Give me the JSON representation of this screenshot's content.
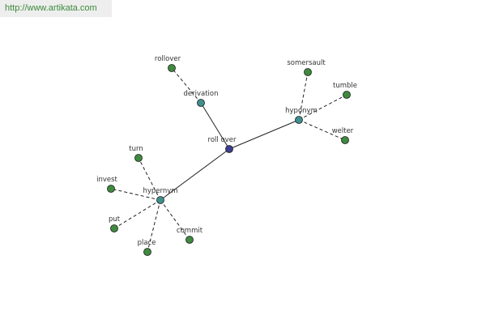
{
  "banner": {
    "url_text": "http://www.artikata.com"
  },
  "colors": {
    "banner_bg": "#eeeeee",
    "banner_text": "#3a8a3a",
    "root_node": "#3d3d8f",
    "relation_node": "#3f8f8f",
    "word_node": "#3f8a3f",
    "edge": "#222222",
    "label": "#333333"
  },
  "graph": {
    "root": {
      "id": "root",
      "label": "roll over"
    },
    "relations": [
      {
        "id": "derivation",
        "label": "derivation",
        "words": [
          "rollover"
        ]
      },
      {
        "id": "hyponym",
        "label": "hyponym",
        "words": [
          "somersault",
          "tumble",
          "welter"
        ]
      },
      {
        "id": "hypernym",
        "label": "hypernym",
        "words": [
          "turn",
          "invest",
          "put",
          "place",
          "commit"
        ]
      }
    ]
  }
}
